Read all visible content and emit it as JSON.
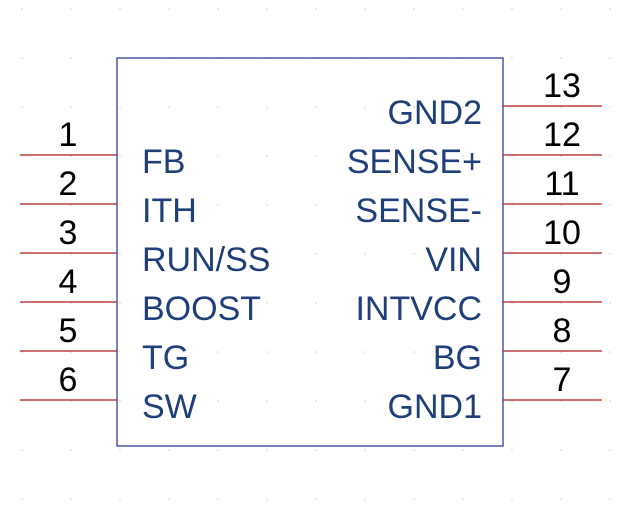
{
  "colors": {
    "body_outline": "#1f2f8f",
    "pin_line": "#b01c1c",
    "pin_name_text": "#1f3f7a",
    "pin_number_text": "#000000",
    "grid_dot": "#cfcfcf"
  },
  "component": {
    "left_pins": [
      {
        "number": "1",
        "name": "FB"
      },
      {
        "number": "2",
        "name": "ITH"
      },
      {
        "number": "3",
        "name": "RUN/SS"
      },
      {
        "number": "4",
        "name": "BOOST"
      },
      {
        "number": "5",
        "name": "TG"
      },
      {
        "number": "6",
        "name": "SW"
      }
    ],
    "right_pins": [
      {
        "number": "13",
        "name": "GND2"
      },
      {
        "number": "12",
        "name": "SENSE+"
      },
      {
        "number": "11",
        "name": "SENSE-"
      },
      {
        "number": "10",
        "name": "VIN"
      },
      {
        "number": "9",
        "name": "INTVCC"
      },
      {
        "number": "8",
        "name": "BG"
      },
      {
        "number": "7",
        "name": "GND1"
      }
    ]
  }
}
